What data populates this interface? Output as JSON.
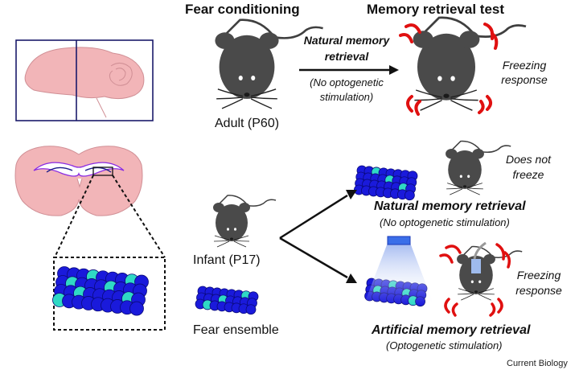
{
  "headers": {
    "fear_conditioning": "Fear conditioning",
    "memory_retrieval_test": "Memory retrieval test"
  },
  "adult": {
    "label": "Adult (P60)",
    "arrow_title_line1": "Natural memory",
    "arrow_title_line2": "retrieval",
    "arrow_note_line1": "(No optogenetic",
    "arrow_note_line2": "stimulation)",
    "result_line1": "Freezing",
    "result_line2": "response"
  },
  "infant": {
    "label": "Infant (P17)",
    "ensemble_label": "Fear ensemble"
  },
  "natural_branch": {
    "result_line1": "Does not",
    "result_line2": "freeze",
    "title": "Natural memory retrieval",
    "note": "(No optogenetic stimulation)"
  },
  "artificial_branch": {
    "result_line1": "Freezing",
    "result_line2": "response",
    "title": "Artificial memory retrieval",
    "note": "(Optogenetic stimulation)"
  },
  "credit": "Current Biology",
  "colors": {
    "mouse": "#4a4a4a",
    "brain": "#f2b5b8",
    "brain_outline": "#d08f95",
    "cell": "#1a1adb",
    "active_cell": "#2fd9c5",
    "freeze_marks": "#e01010",
    "frame": "#1a1a6a",
    "laser": "#3a6ee8"
  }
}
